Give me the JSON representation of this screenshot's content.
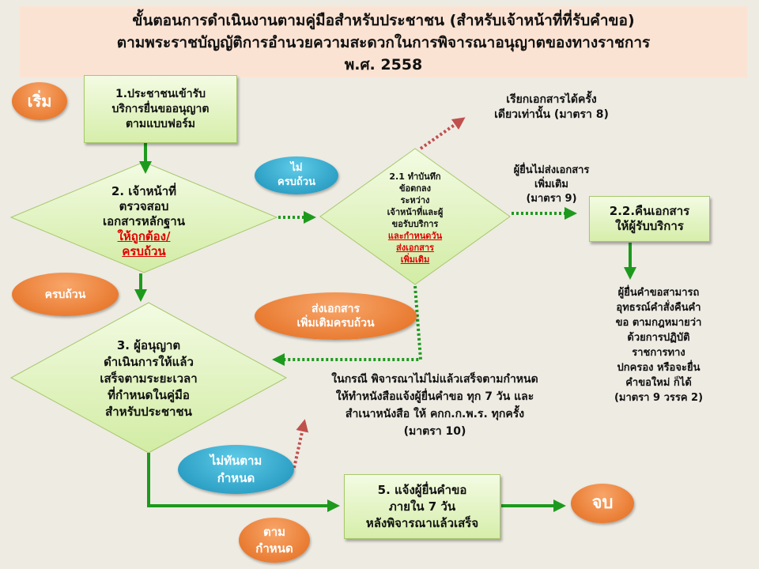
{
  "title": {
    "line1": "ขั้นตอนการดำเนินงานตามคู่มือสำหรับประชาชน (สำหรับเจ้าหน้าที่ที่รับคำขอ)",
    "line2": "ตามพระราชบัญญัติการอำนวยความสะดวกในการพิจารณาอนุญาตของทางราชการ",
    "line3": "พ.ศ. 2558"
  },
  "start": "เริ่ม",
  "end": "จบ",
  "step1": [
    "1.ประชาชนเข้ารับ",
    "บริการยื่นขออนุญาต",
    "ตามแบบฟอร์ม"
  ],
  "step2": {
    "lines": [
      "2. เจ้าหน้าที่",
      "ตรวจสอบ",
      "เอกสารหลักฐาน"
    ],
    "red": [
      "ให้ถูกต้อง/",
      "ครบถ้วน"
    ]
  },
  "not_complete": [
    "ไม่",
    "ครบถ้วน"
  ],
  "step2_1": {
    "lines": [
      "2.1 ทำบันทึก",
      "ข้อตกลง",
      "ระหว่าง",
      "เจ้าหน้าที่และผู้",
      "ขอรับบริการ"
    ],
    "red": [
      "และกำหนดวัน",
      "ส่งเอกสาร",
      "เพิ่มเติม"
    ]
  },
  "note_once": [
    "เรียกเอกสารได้ครั้ง",
    "เดียวเท่านั้น (มาตรา 8)"
  ],
  "note_not_submit": [
    "ผู้ยื่นไม่ส่งเอกสาร",
    "เพิ่มเติม",
    "(มาตรา 9)"
  ],
  "step2_2": [
    "2.2.คืนเอกสาร",
    "ให้ผู้รับบริการ"
  ],
  "note_appeal": [
    "ผู้ยื่นคำขอสามารถ",
    "อุทธรณ์คำสั่งคืนคำ",
    "ขอ ตามกฎหมายว่า",
    "ด้วยการปฏิบัติ",
    "ราชการทาง",
    "ปกครอง หรือจะยื่น",
    "คำขอใหม่ ก็ได้",
    "(มาตรา 9 วรรค 2)"
  ],
  "complete": "ครบถ้วน",
  "submitted_complete": [
    "ส่งเอกสาร",
    "เพิ่มเติมครบถ้วน"
  ],
  "step3": [
    "3. ผู้อนุญาต",
    "ดำเนินการให้แล้ว",
    "เสร็จตามระยะเวลา",
    "ที่กำหนดในคู่มือ",
    "สำหรับประชาชน"
  ],
  "note_late": [
    "ในกรณี พิจารณาไม่ไม่แล้วเสร็จตามกำหนด",
    "ให้ทำหนังสือแจ้งผู้ยื่นคำขอ ทุก 7 วัน และ",
    "สำเนาหนังสือ ให้ คกก.ก.พ.ร. ทุกครั้ง",
    "(มาตรา 10)"
  ],
  "late": [
    "ไม่ทันตาม",
    "กำหนด"
  ],
  "step5": [
    "5. แจ้งผู้ยื่นคำขอ",
    "ภายใน 7 วัน",
    "หลังพิจารณาแล้วเสร็จ"
  ],
  "on_time": [
    "ตาม",
    "กำหนด"
  ]
}
